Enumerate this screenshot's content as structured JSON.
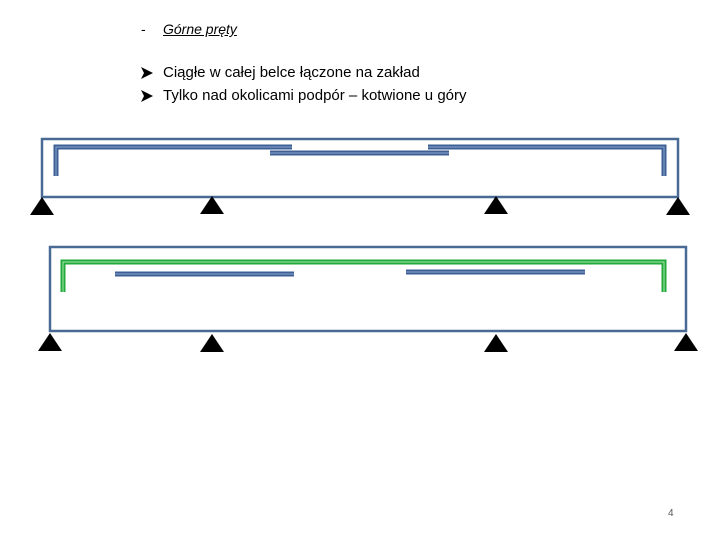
{
  "header": {
    "dash": "-",
    "title": "Górne pręty"
  },
  "bullets": [
    {
      "text": "Ciągłe  w całej belce łączone na zakład"
    },
    {
      "text": "Tylko nad okolicami podpór – kotwione u góry"
    }
  ],
  "page_number": "4",
  "colors": {
    "beam_outline": "#4a6a96",
    "rebar_blue": "#3d5f94",
    "rebar_green": "#22aa3a",
    "support": "#000000"
  }
}
